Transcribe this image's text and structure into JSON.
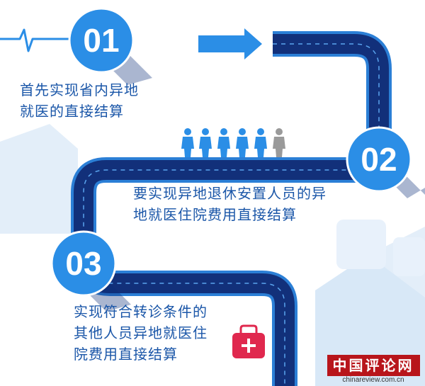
{
  "steps": [
    {
      "number": "01",
      "text_line1": "首先实现省内异地",
      "text_line2": "就医的直接结算"
    },
    {
      "number": "02",
      "text_line1": "要实现异地退休安置人员的异",
      "text_line2": "地就医住院费用直接结算"
    },
    {
      "number": "03",
      "text_line1": "实现符合转诊条件的",
      "text_line2": "其他人员异地就医住",
      "text_line3": "院费用直接结算"
    }
  ],
  "watermark": {
    "brand": "中国评论网",
    "url": "chinareview.com.cn"
  },
  "colors": {
    "road": "#12307a",
    "road_edge": "#2b7fd6",
    "accent": "#2b8ee6",
    "text": "#1a56a8",
    "watermark": "#b8151b"
  },
  "icons": [
    "arrow-right-icon",
    "people-icon",
    "first-aid-kit-icon",
    "heartbeat-icon",
    "house-icon"
  ]
}
